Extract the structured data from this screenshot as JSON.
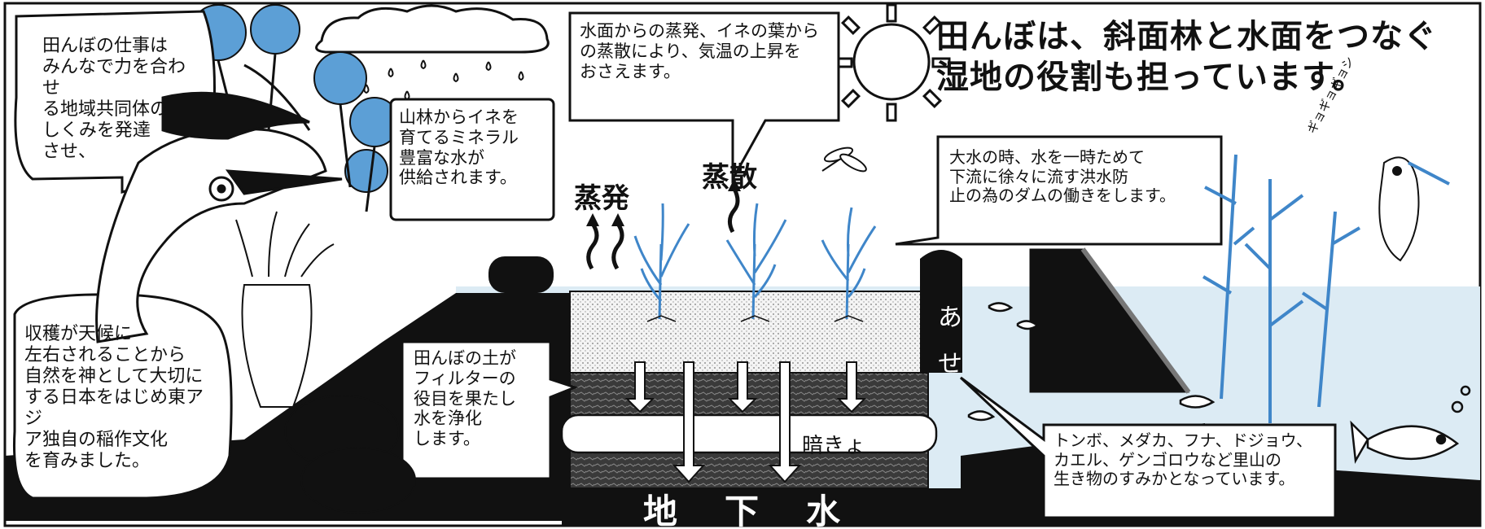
{
  "headline": "田んぼは、斜面林と水面をつなぐ\n湿地の役割も担っています。",
  "bubbles": {
    "community": "田んぼの仕事は\nみんなで力を合わせ\nる地域共同体の\nしくみを発達\nさせ、",
    "minerals": "山林からイネを\n育てるミネラル\n豊富な水が\n供給されます。",
    "evaporation_note": "水面からの蒸発、イネの葉から\nの蒸散により、気温の上昇を\nおさえます。",
    "flood": "大水の時、水を一時ためて\n下流に徐々に流す洪水防\n止の為のダムの働きをします。",
    "culture": "収穫が天候に\n左右されることから\n自然を神として大切に\nする日本をはじめ東アジ\nア独自の稲作文化\nを育みました。",
    "filter": "田んぼの土が\nフィルターの\n役目を果たし\n水を浄化\nします。",
    "creatures": "トンボ、メダカ、フナ、ドジョウ、\nカエル、ゲンゴロウなど里山の\n生き物のすみかとなっています。"
  },
  "labels": {
    "evaporation": "蒸発",
    "transpiration": "蒸散",
    "underdrain": "暗きょ",
    "groundwater": "地下水",
    "levee": "あ\nせ",
    "bird_sound": "ギョギョギョシ"
  },
  "colors": {
    "ink": "#111111",
    "water": "#dcebf4",
    "tree_blue": "#5c9fd6",
    "plant_blue": "#3f86c9",
    "soil_dots": "#f1f1f1"
  },
  "icons": [
    "sun-icon",
    "cloud-icon",
    "rain-icon",
    "rice-plant-icon",
    "dragonfly-icon",
    "fish-icon",
    "bird-icon",
    "reed-icon",
    "heron-icon",
    "tree-icon"
  ]
}
